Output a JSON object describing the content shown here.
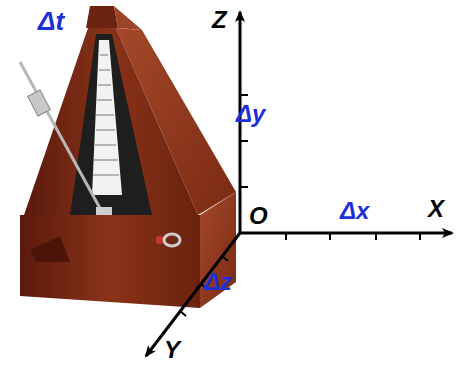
{
  "diagram": {
    "labels": [
      "Δt",
      "Z",
      "Δy",
      "O",
      "Δx",
      "X",
      "Δz",
      "Y"
    ]
  }
}
